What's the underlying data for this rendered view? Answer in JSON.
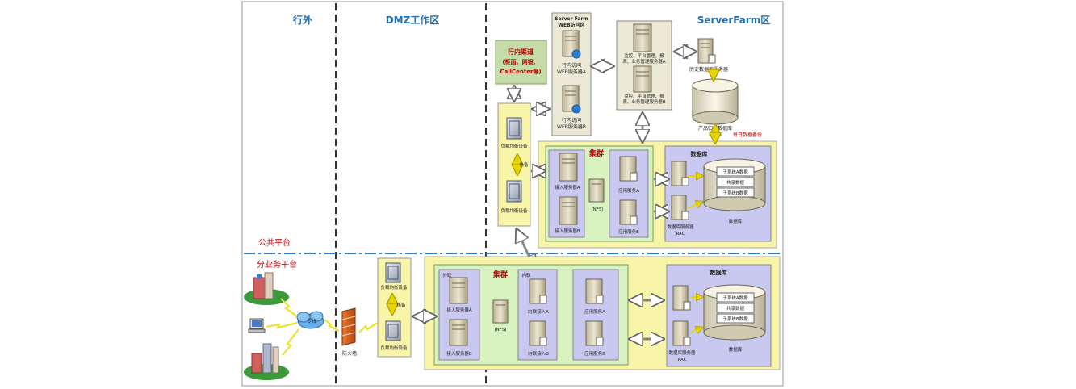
{
  "zones": {
    "outside": "行外",
    "dmz": "DMZ工作区",
    "serverfarm": "ServerFarm区"
  },
  "platforms": {
    "public": "公共平台",
    "branch": "分业务平台"
  },
  "web_zone": {
    "title_line1": "Server Farm",
    "title_line2": "WEB访问区",
    "server_a_line1": "行内访问",
    "server_a_line2": "WEB服务器A",
    "server_b_line1": "行内访问",
    "server_b_line2": "WEB服务器B"
  },
  "channel": {
    "line1": "行内渠道",
    "line2": "(柜面、网银、",
    "line3": "CallCenter等)"
  },
  "monitor": {
    "a_line1": "监控、平台管理、报",
    "a_line2": "表、业务管理服务器A",
    "b_line1": "监控、平台管理、报",
    "b_line2": "表、业务管理服务器B"
  },
  "history": {
    "server_label": "历史数据库服务器",
    "db_label": "产品归档数据库",
    "backup_label": "每日数据备份"
  },
  "load_balancer": {
    "top": "负载均衡设备",
    "bottom": "负载均衡设备",
    "hot_standby": "热备"
  },
  "public_cluster": {
    "title": "集群",
    "access_a": "接入服务器A",
    "access_b": "接入服务器B",
    "nfs": "(NFS)",
    "app_a": "应用服务A",
    "app_b": "应用服务B"
  },
  "public_db": {
    "title": "数据库",
    "rac_line1": "数据库服务器",
    "rac_line2": "RAC",
    "subsys_a": "子系统A数据",
    "shared": "共享数据",
    "subsys_b": "子系统B数据",
    "db_label": "数据库"
  },
  "branch": {
    "wan": "专线",
    "firewall": "防火墙",
    "lb_top": "负载均衡设备",
    "lb_bottom": "负载均衡设备",
    "hot_standby": "热备",
    "cluster_title": "集群",
    "external": "外联",
    "internal": "内联",
    "access_a": "接入服务器A",
    "access_b": "接入服务器B",
    "nfs": "(NFS)",
    "inner_a": "内联接入A",
    "inner_b": "内联接入B",
    "app_a": "应用服务A",
    "app_b": "应用服务B",
    "db_title": "数据库",
    "rac_line1": "数据库服务器",
    "rac_line2": "RAC",
    "subsys_a": "子系统A数据",
    "shared": "共享数据",
    "subsys_b": "子系统B数据",
    "db_label": "数据库"
  },
  "colors": {
    "zone_title": "#1f6fb5",
    "platform_label": "#c00000",
    "yellow_area": "#f8f4a8",
    "green_area": "#d8f2c0",
    "lavender_area": "#c8c8f0",
    "beige_area": "#ecead6",
    "channel_box": "#c6dca8",
    "channel_text": "#c00000",
    "hotstandby_arrow": "#e8d400",
    "platform_divider": "#2e7bc4"
  }
}
